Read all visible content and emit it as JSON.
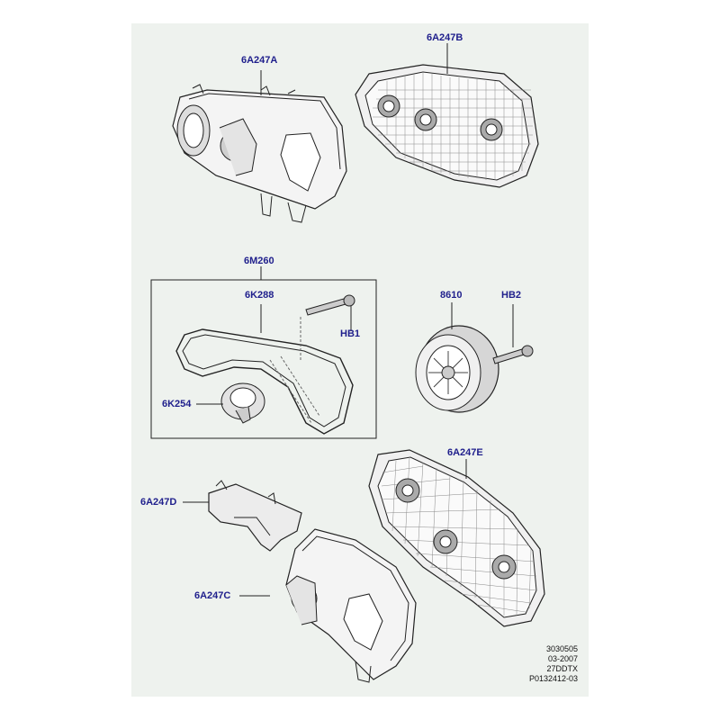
{
  "callouts": {
    "c6A247A": "6A247A",
    "c6A247B": "6A247B",
    "c6M260": "6M260",
    "c6K288": "6K288",
    "cHB1": "HB1",
    "c8610": "8610",
    "cHB2": "HB2",
    "c6K254": "6K254",
    "c6A247E": "6A247E",
    "c6A247D": "6A247D",
    "c6A247C": "6A247C"
  },
  "reference": {
    "line1": "3030505",
    "line2": "03-2007",
    "line3": "27DDTX",
    "line4": "P0132412-03"
  },
  "colors": {
    "background": "#eef2ee",
    "callout_text": "#1f1f8c",
    "line": "#222222"
  }
}
